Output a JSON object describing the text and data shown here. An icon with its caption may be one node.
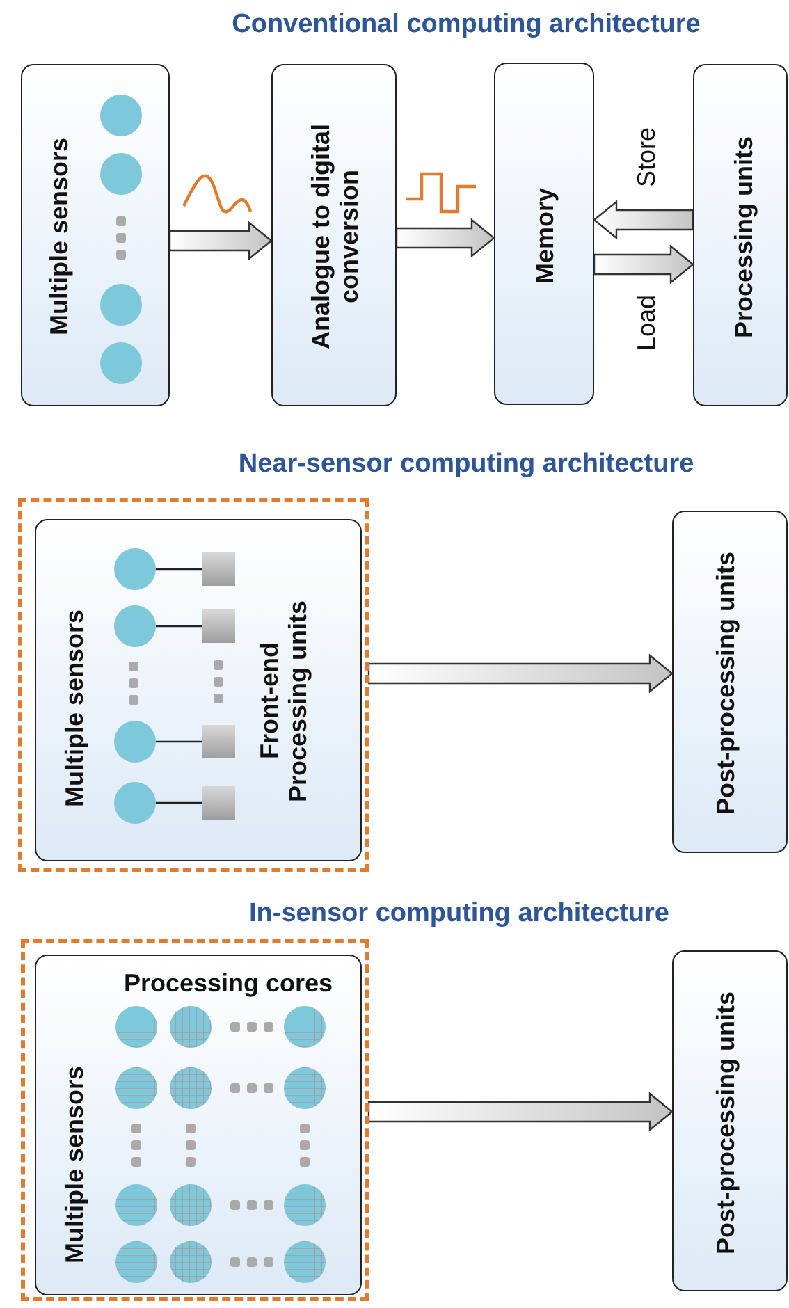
{
  "diagram": {
    "nodes": [
      {
        "text": [
          "Multiple sensors"
        ]
      },
      {
        "text": [
          "Analogue to digital conversion"
        ]
      },
      {
        "text": [
          "Memory"
        ]
      },
      {
        "text": [
          "Processing units"
        ]
      },
      {
        "text": [],
        "shape": "box"
      },
      {
        "text": [
          "Multiple sensors",
          "Front-end Processing units"
        ],
        "in": 4
      },
      {
        "text": [
          "Post-processing units"
        ]
      },
      {
        "text": [],
        "shape": "box"
      },
      {
        "text": [
          "Processing cores",
          "Multiple sensors"
        ],
        "in": 7
      },
      {
        "text": [
          "Post-processing units"
        ]
      }
    ],
    "edges": [
      {
        "from": 0,
        "to": 1,
        "arrow": "to"
      },
      {
        "from": 1,
        "to": 2,
        "arrow": "to"
      },
      {
        "from": 3,
        "to": 2,
        "arrow": "to",
        "label": "Store"
      },
      {
        "from": 2,
        "to": 3,
        "arrow": "to",
        "label": "Load"
      },
      {
        "from": 4,
        "to": 6,
        "arrow": "to"
      },
      {
        "from": 7,
        "to": 9,
        "arrow": "to"
      }
    ],
    "labels": [
      "Conventional computing architecture",
      "Near-sensor computing architecture",
      "In-sensor computing architecture"
    ]
  }
}
